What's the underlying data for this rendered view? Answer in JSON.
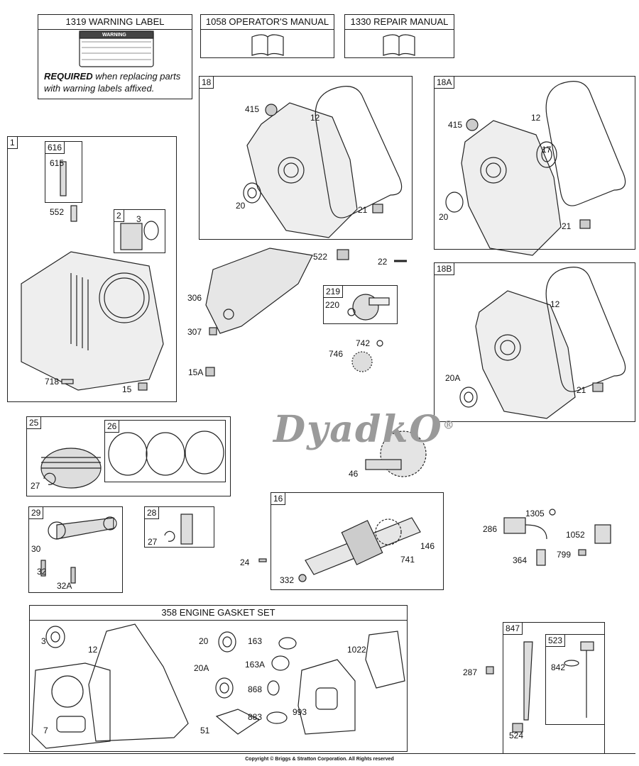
{
  "kits": {
    "warning_label": {
      "title": "1319 WARNING LABEL",
      "label_heading": "WARNING",
      "required_bold": "REQUIRED",
      "required_text": " when replacing parts with warning labels affixed."
    },
    "operators_manual": {
      "title": "1058 OPERATOR'S MANUAL"
    },
    "repair_manual": {
      "title": "1330 REPAIR MANUAL"
    },
    "gasket_set": {
      "title": "358 ENGINE GASKET SET"
    }
  },
  "groups": [
    "1",
    "616",
    "2",
    "18",
    "18A",
    "18B",
    "219",
    "25",
    "26",
    "29",
    "28",
    "16",
    "847",
    "523"
  ],
  "callouts": [
    "415",
    "12",
    "20",
    "21",
    "415",
    "12",
    "17",
    "20",
    "21",
    "12",
    "20A",
    "21",
    "615",
    "552",
    "3",
    "718",
    "15",
    "522",
    "22",
    "306",
    "307",
    "220",
    "742",
    "746",
    "15A",
    "46",
    "27",
    "30",
    "32",
    "32A",
    "27",
    "24",
    "332",
    "146",
    "741",
    "1305",
    "286",
    "1052",
    "799",
    "364",
    "3",
    "12",
    "20",
    "163",
    "1022",
    "20A",
    "163A",
    "868",
    "7",
    "51",
    "883",
    "993",
    "287",
    "842",
    "524"
  ],
  "watermark": "DyadkO",
  "copyright": "Copyright © Briggs & Stratton Corporation. All Rights reserved",
  "colors": {
    "line": "#222222",
    "part_fill": "#d8d8d8",
    "watermark": "#9a9a9a"
  }
}
